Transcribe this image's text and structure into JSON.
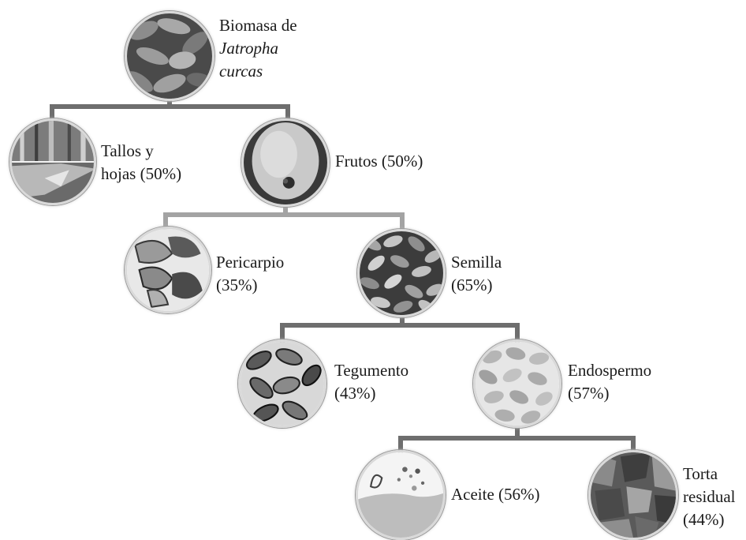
{
  "root": {
    "line1": "Biomasa de",
    "line2": "Jatropha",
    "line3": "curcas"
  },
  "level1": {
    "tallos": {
      "line1": "Tallos y",
      "line2": "hojas (50%)"
    },
    "frutos": {
      "line1": "Frutos (50%)"
    }
  },
  "level2": {
    "pericarpio": {
      "line1": "Pericarpio",
      "line2": "(35%)"
    },
    "semilla": {
      "line1": "Semilla",
      "line2": "(65%)"
    }
  },
  "level3": {
    "tegumento": {
      "line1": "Tegumento",
      "line2": "(43%)"
    },
    "endospermo": {
      "line1": "Endospermo",
      "line2": "(57%)"
    }
  },
  "level4": {
    "aceite": {
      "line1": "Aceite (56%)"
    },
    "torta": {
      "line1": "Torta",
      "line2": "residual",
      "line3": "(44%)"
    }
  },
  "colors": {
    "connector_dark": "#6e6e6e",
    "connector_light": "#a3a3a3",
    "text": "#1a1a1a"
  }
}
